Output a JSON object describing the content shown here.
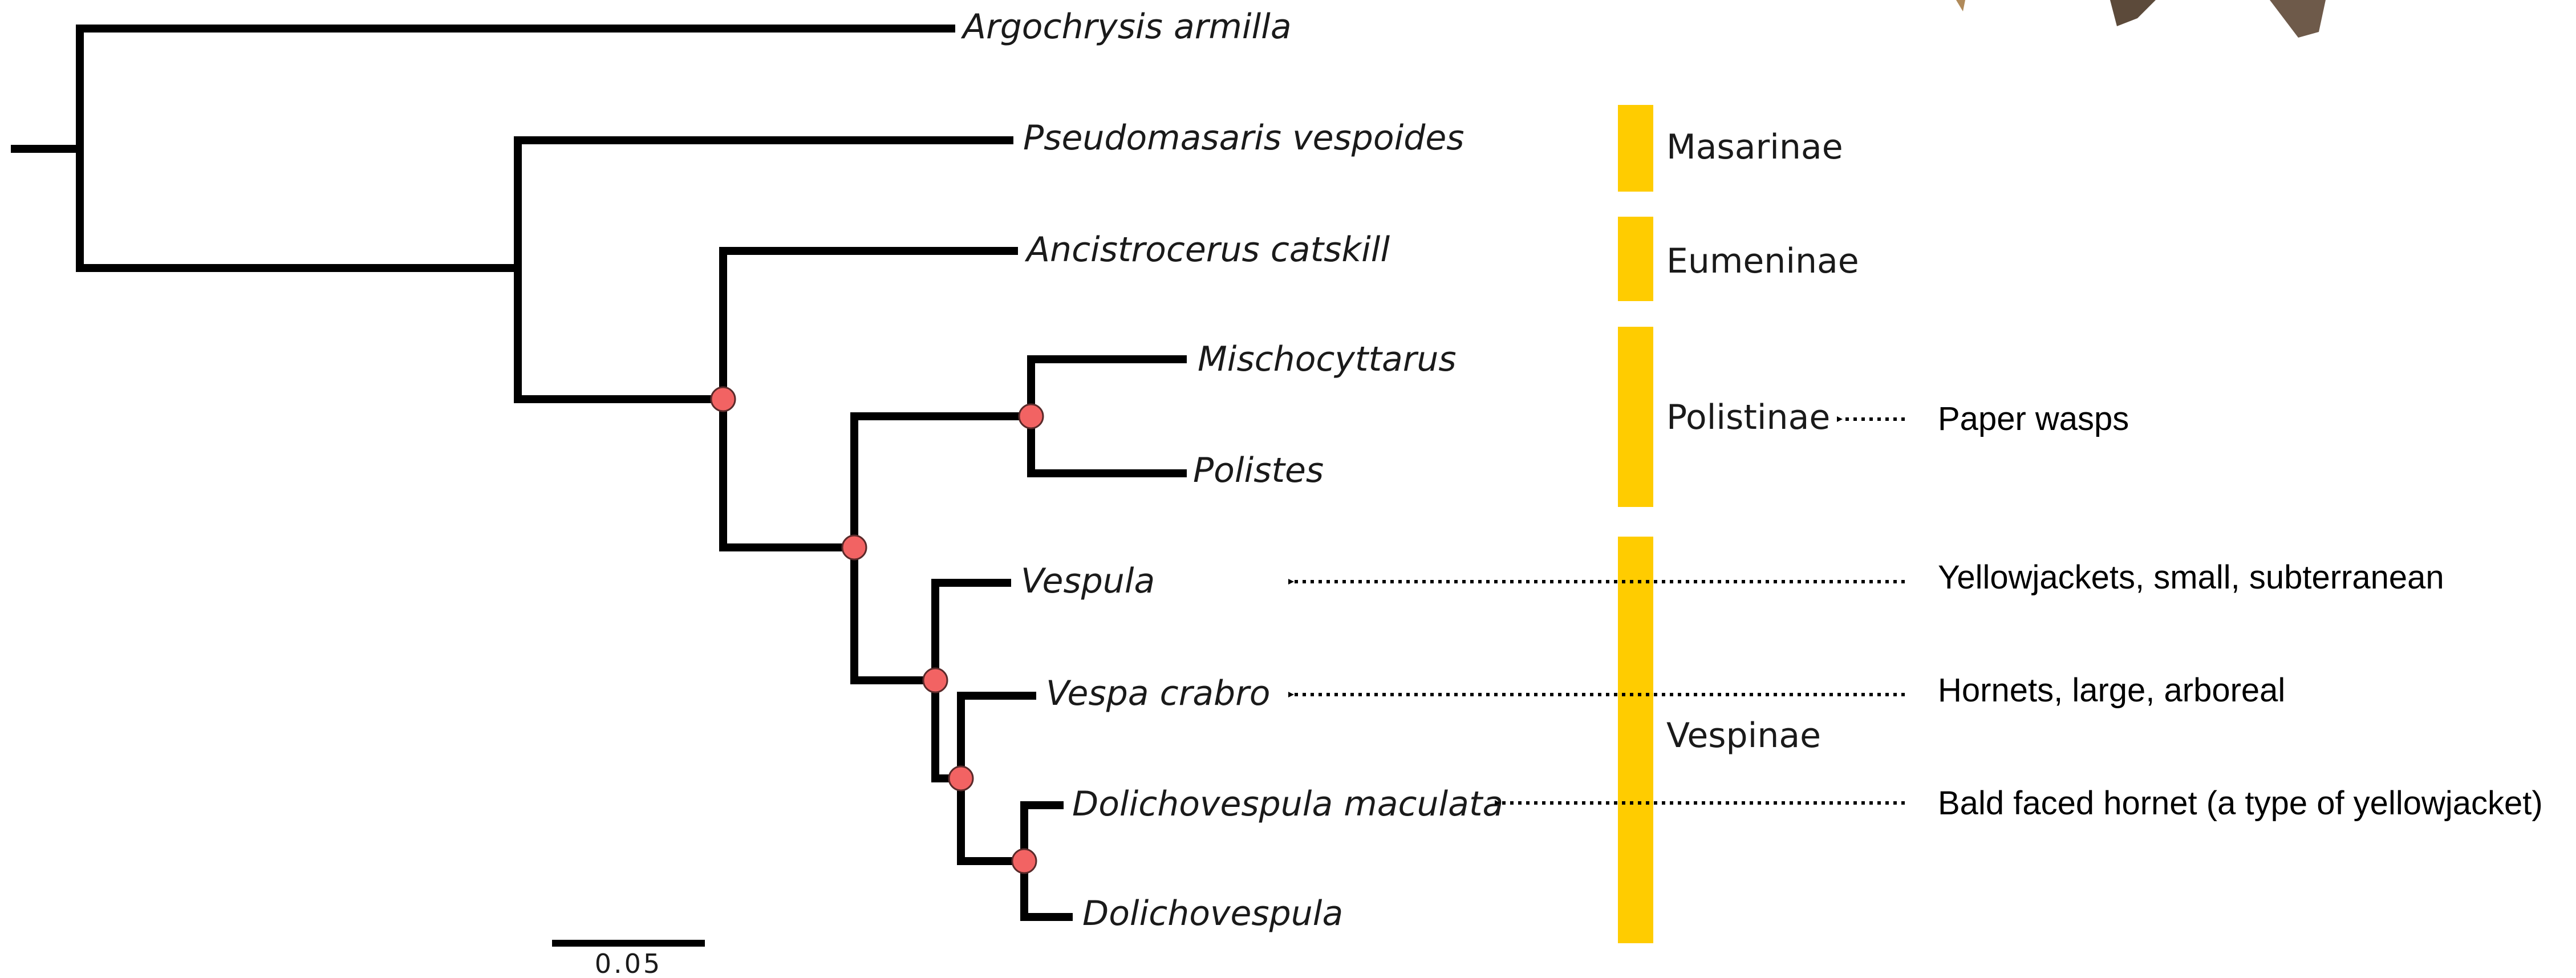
{
  "taxa": {
    "argochrysis": "Argochrysis armilla",
    "pseudomasaris": "Pseudomasaris vespoides",
    "ancistrocerus": "Ancistrocerus catskill",
    "mischocyttarus": "Mischocyttarus",
    "polistes": "Polistes",
    "vespula": "Vespula",
    "vespa": "Vespa crabro",
    "dolicho_maculata": "Dolichovespula maculata",
    "dolichovespula": "Dolichovespula"
  },
  "clades": {
    "masarinae": "Masarinae",
    "eumeninae": "Eumeninae",
    "polistinae": "Polistinae",
    "vespinae": "Vespinae"
  },
  "annotations": {
    "paper_wasps": "Paper wasps",
    "yellowjackets": "Yellowjackets, small, subterranean",
    "hornets": "Hornets, large, arboreal",
    "bald_faced": "Bald faced hornet (a type of yellowjacket)"
  },
  "scale_bar": {
    "label": "0.05"
  },
  "colors": {
    "clade_bar": "#FFCC00",
    "node_marker": "#F26363",
    "branch": "#000000"
  }
}
